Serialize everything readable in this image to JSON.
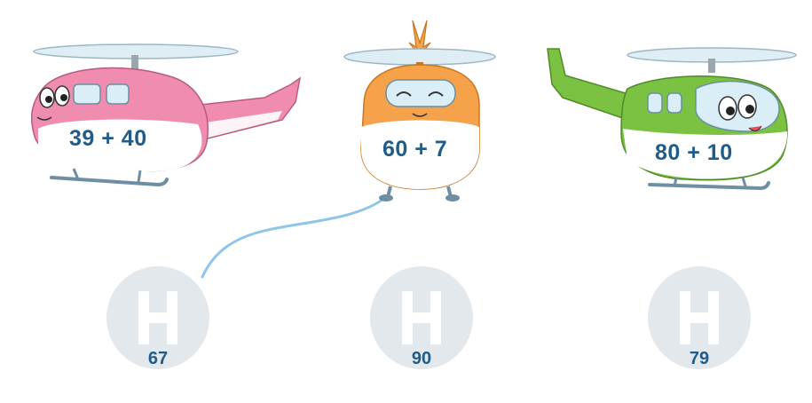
{
  "helicopters": [
    {
      "expression": "39 + 40",
      "body_color": "#f08cb0"
    },
    {
      "expression": "60 + 7",
      "body_color": "#f5a24a"
    },
    {
      "expression": "80 + 10",
      "body_color": "#7cc242"
    }
  ],
  "pads": [
    {
      "value": "67"
    },
    {
      "value": "90"
    },
    {
      "value": "79"
    }
  ],
  "colors": {
    "text": "#1f5c8a",
    "connector": "#8ec5e8",
    "pad": "#e3e8ec",
    "rotor": "#cfe3ec"
  }
}
